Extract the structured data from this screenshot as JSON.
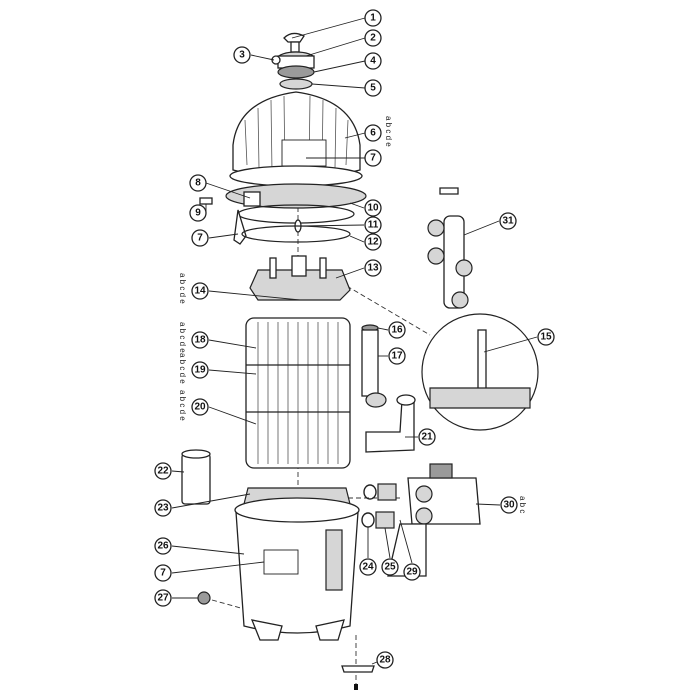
{
  "callouts": [
    {
      "id": "c1",
      "label": "1"
    },
    {
      "id": "c2",
      "label": "2"
    },
    {
      "id": "c3",
      "label": "3"
    },
    {
      "id": "c4",
      "label": "4"
    },
    {
      "id": "c5",
      "label": "5"
    },
    {
      "id": "c6",
      "label": "6"
    },
    {
      "id": "c7a",
      "label": "7"
    },
    {
      "id": "c8",
      "label": "8"
    },
    {
      "id": "c9",
      "label": "9"
    },
    {
      "id": "c10",
      "label": "10"
    },
    {
      "id": "c11",
      "label": "11"
    },
    {
      "id": "c7b",
      "label": "7"
    },
    {
      "id": "c12",
      "label": "12"
    },
    {
      "id": "c13",
      "label": "13"
    },
    {
      "id": "c31",
      "label": "31"
    },
    {
      "id": "c14",
      "label": "14"
    },
    {
      "id": "c16",
      "label": "16"
    },
    {
      "id": "c15",
      "label": "15"
    },
    {
      "id": "c17",
      "label": "17"
    },
    {
      "id": "c18",
      "label": "18"
    },
    {
      "id": "c19",
      "label": "19"
    },
    {
      "id": "c20",
      "label": "20"
    },
    {
      "id": "c21",
      "label": "21"
    },
    {
      "id": "c22",
      "label": "22"
    },
    {
      "id": "c23",
      "label": "23"
    },
    {
      "id": "c30",
      "label": "30"
    },
    {
      "id": "c26",
      "label": "26"
    },
    {
      "id": "c24",
      "label": "24"
    },
    {
      "id": "c25",
      "label": "25"
    },
    {
      "id": "c29",
      "label": "29"
    },
    {
      "id": "c7c",
      "label": "7"
    },
    {
      "id": "c27",
      "label": "27"
    },
    {
      "id": "c28",
      "label": "28"
    }
  ],
  "variants": [
    {
      "id": "v6",
      "letters": "a b c d e"
    },
    {
      "id": "v14",
      "letters": "a b c d e"
    },
    {
      "id": "v18",
      "letters": "a b c d e"
    },
    {
      "id": "v19",
      "letters": "a b c d e"
    },
    {
      "id": "v20",
      "letters": "a b c d e"
    },
    {
      "id": "v30",
      "letters": "a b c"
    }
  ]
}
